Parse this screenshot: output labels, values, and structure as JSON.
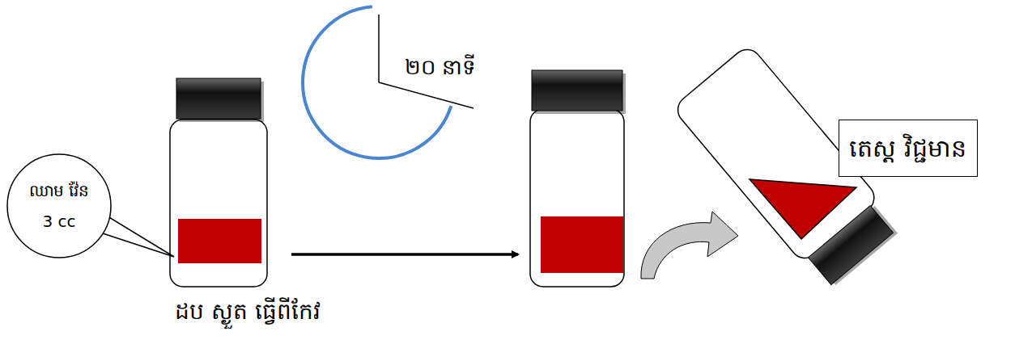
{
  "diagram": {
    "nodes": [
      {
        "text": [
          "ឈាម វ៉ែន 3 cc"
        ]
      },
      {
        "text": [
          "២០ នាទី"
        ]
      },
      {
        "text": [
          "តេស្ត វិជ្ជមាន"
        ]
      }
    ],
    "labels": [
      "ដប ស្ងួត ធ្វើពីកែវ"
    ]
  }
}
